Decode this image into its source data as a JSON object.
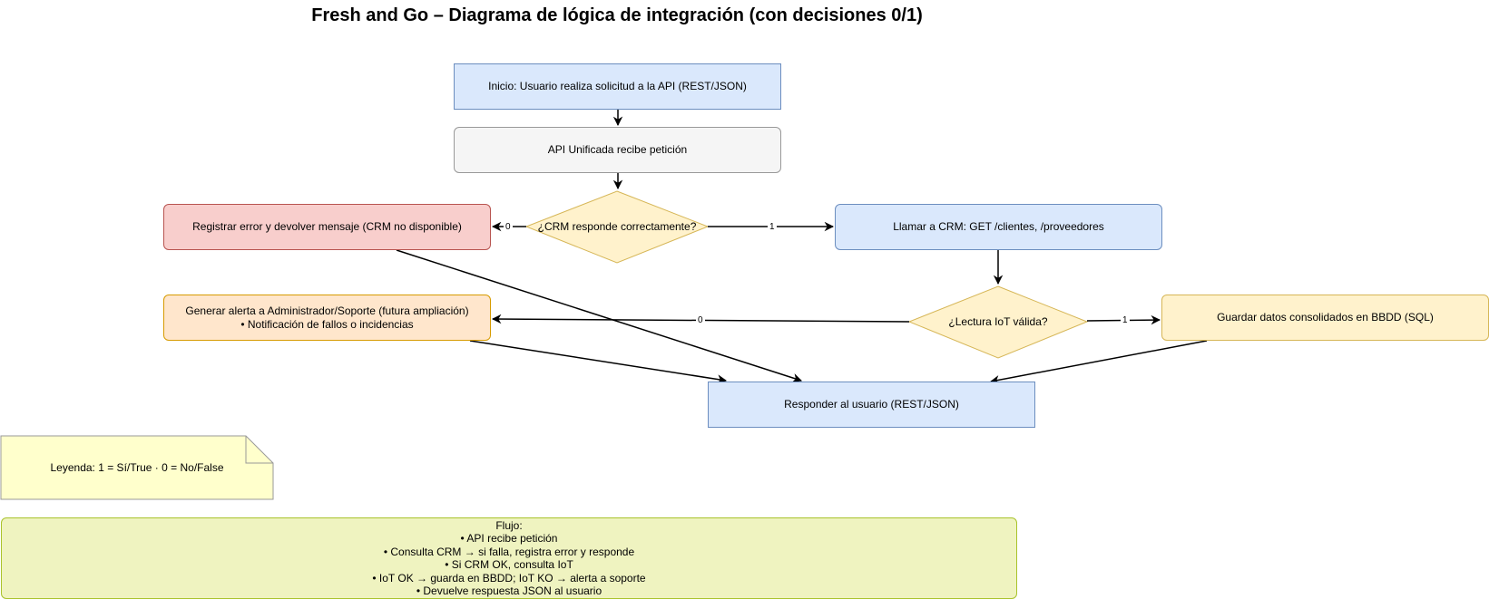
{
  "title": "Fresh and Go – Diagrama de lógica de integración (con decisiones 0/1)",
  "nodes": {
    "start": "Inicio: Usuario realiza solicitud a la API (REST/JSON)",
    "api": "API Unificada recibe petición",
    "crm_decision": "¿CRM responde correctamente?",
    "error": "Registrar error y devolver mensaje (CRM no disponible)",
    "crm_call": "Llamar a CRM: GET /clientes, /proveedores",
    "alert_line1": "Generar alerta a Administrador/Soporte (futura ampliación)",
    "alert_line2": "• Notificación de fallos o incidencias",
    "iot_decision": "¿Lectura IoT válida?",
    "save": "Guardar datos consolidados en BBDD (SQL)",
    "respond": "Responder al usuario (REST/JSON)"
  },
  "edge_labels": {
    "crm_no": "0",
    "crm_yes": "1",
    "iot_no": "0",
    "iot_yes": "1"
  },
  "legend": "Leyenda: 1 = Sí/True · 0 = No/False",
  "flow_note": {
    "lines": [
      "Flujo:",
      "• API recibe petición",
      "• Consulta CRM → si falla, registra error y responde",
      "• Si CRM OK, consulta IoT",
      "• IoT OK → guarda en BBDD; IoT KO → alerta a soporte",
      "• Devuelve respuesta JSON al usuario"
    ]
  },
  "colors": {
    "blue_fill": "#dae8fc",
    "blue_stroke": "#6c8ebf",
    "gray_fill": "#f5f5f5",
    "gray_stroke": "#999999",
    "red_fill": "#f8cecc",
    "red_stroke": "#b85450",
    "yellow_fill": "#fff2cc",
    "yellow_stroke": "#d6b656",
    "orange_fill": "#ffe6cc",
    "orange_stroke": "#d79b00",
    "note_fill": "#ffffcc",
    "note_stroke": "#999999",
    "green_fill": "#eff3c0",
    "green_stroke": "#a9c32c"
  }
}
